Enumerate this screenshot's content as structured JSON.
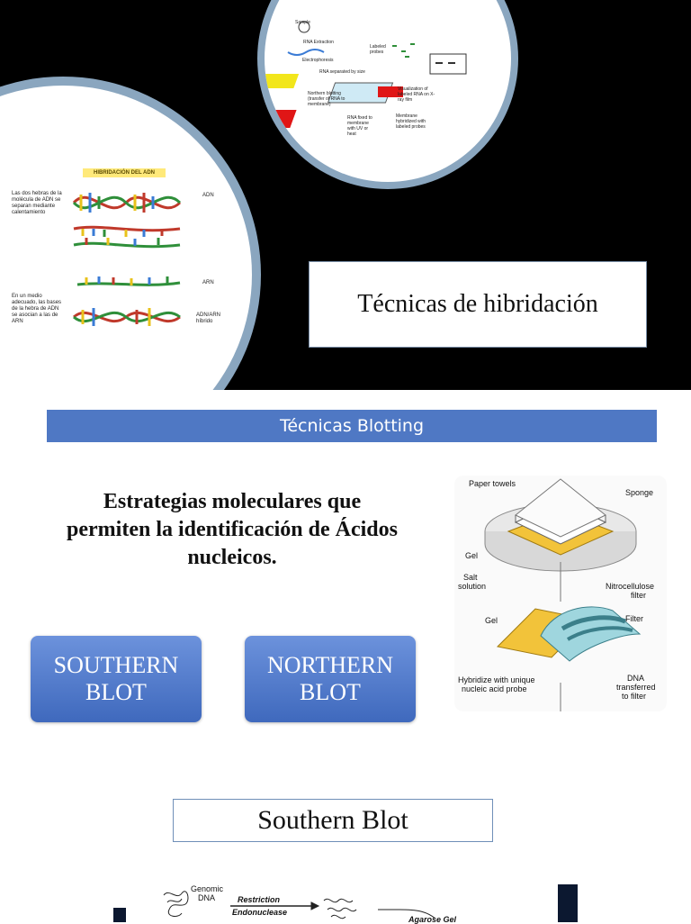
{
  "slide1": {
    "title": "Técnicas de hibridación",
    "dna_diagram": {
      "title": "HIBRIDACIÓN DEL ADN",
      "note_top": "Las dos hebras de la molécula de ADN se separan mediante calentamiento",
      "note_bottom": "En un medio adecuado, las bases de la hebra de ADN se asocian a las de ARN",
      "tag_adn": "ADN",
      "tag_arn": "ARN",
      "tag_hibrido": "ADN/ARN híbrido"
    },
    "northern_flow": {
      "sample": "Sample",
      "rna_extraction": "RNA Extraction",
      "electrophoresis": "Electrophoresis",
      "separated": "RNA separated by size",
      "labeled_probes": "Labeled probes",
      "northern_blotting": "Northern blotting (transfer of RNA to membrane)",
      "visualization": "Visualization of labeled RNA on X-ray film",
      "rna_fixed": "RNA fixed to membrane with UV or heat",
      "membrane_hybridized": "Membrane hybridized with labeled probes"
    }
  },
  "slide2": {
    "banner": "Técnicas Blotting",
    "strategy_line1": "Estrategias moleculares que",
    "strategy_line2": "permiten la identificación de Ácidos",
    "strategy_line3": "nucleicos.",
    "southern_line1": "SOUTHERN",
    "southern_line2": "BLOT",
    "northern_line1": "NORTHERN",
    "northern_line2": "BLOT",
    "apparatus": {
      "paper_towels": "Paper towels",
      "sponge": "Sponge",
      "gel": "Gel",
      "salt_line1": "Salt",
      "salt_line2": "solution",
      "nitro_line1": "Nitrocellulose",
      "nitro_line2": "filter",
      "gel2": "Gel",
      "filter": "Filter",
      "hybrid_line1": "Hybridize with unique",
      "hybrid_line2": "nucleic acid probe",
      "dna_line1": "DNA",
      "dna_line2": "transferred",
      "dna_line3": "to filter"
    }
  },
  "slide3": {
    "title": "Southern Blot",
    "genomic_line1": "Genomic",
    "genomic_line2": "DNA",
    "restriction": "Restriction",
    "endonuclease": "Endonuclease",
    "agarose": "Agarose Gel"
  },
  "colors": {
    "banner": "#4f78c4",
    "button": "#4a74c9",
    "circle_ring": "#8aa6bf"
  }
}
